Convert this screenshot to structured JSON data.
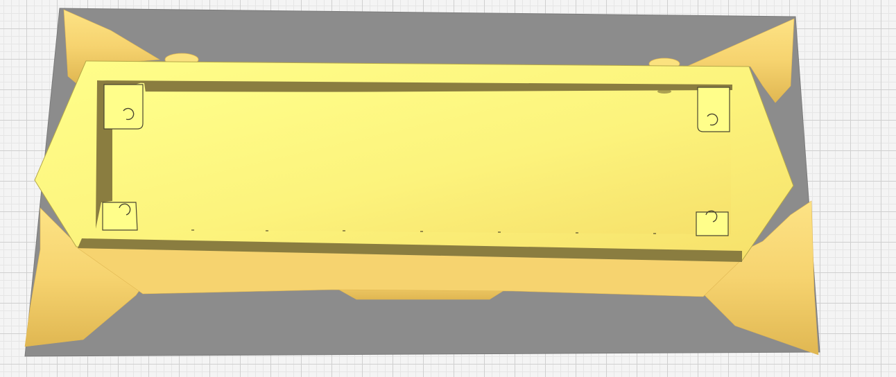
{
  "viewport": {
    "grid_major_color": "#cfcfcf",
    "grid_minor_color": "#e6e6e6",
    "background_color": "#f4f4f4"
  },
  "build_plate": {
    "shadow_color": "#8c8c8c",
    "shadow_border_color": "#7a7a7a"
  },
  "model": {
    "colors": {
      "body_light": "#fffe8a",
      "body_mid": "#fcf37c",
      "body_dark": "#f6e06a",
      "rim_outline": "#b5a748",
      "cavity_wall": "#8a7d40",
      "leg_light": "#fde385",
      "leg_mid": "#f6d36f",
      "leg_dark": "#e0b752",
      "peg_color": "#fbe27f"
    },
    "holes": [
      "top-left",
      "top-right",
      "bottom-left",
      "bottom-right"
    ],
    "pegs": [
      "rear-left",
      "rear-right"
    ]
  }
}
